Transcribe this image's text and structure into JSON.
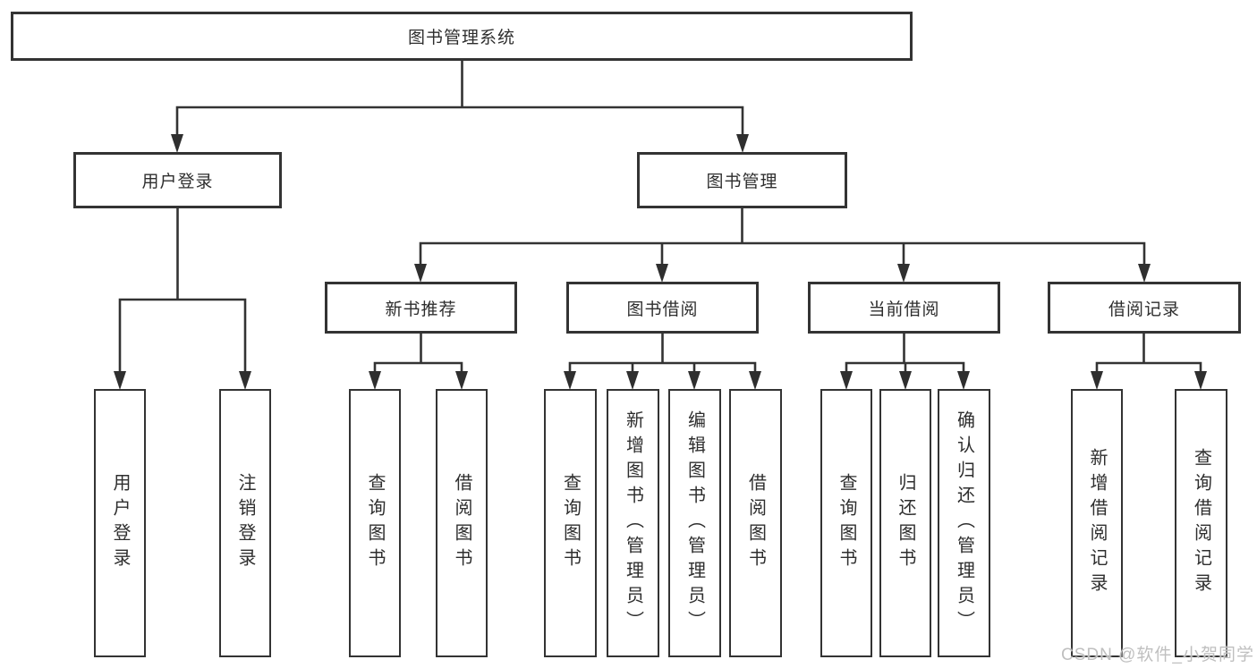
{
  "diagram": {
    "root": {
      "label": "图书管理系统",
      "children": [
        {
          "label": "用户登录",
          "children": [
            {
              "label": "用户登录"
            },
            {
              "label": "注销登录"
            }
          ]
        },
        {
          "label": "图书管理",
          "children": [
            {
              "label": "新书推荐",
              "children": [
                {
                  "label": "查询图书"
                },
                {
                  "label": "借阅图书"
                }
              ]
            },
            {
              "label": "图书借阅",
              "children": [
                {
                  "label": "查询图书"
                },
                {
                  "label": "新增图书（管理员）"
                },
                {
                  "label": "编辑图书（管理员）"
                },
                {
                  "label": "借阅图书"
                }
              ]
            },
            {
              "label": "当前借阅",
              "children": [
                {
                  "label": "查询图书"
                },
                {
                  "label": "归还图书"
                },
                {
                  "label": "确认归还（管理员）"
                }
              ]
            },
            {
              "label": "借阅记录",
              "children": [
                {
                  "label": "新增借阅记录"
                },
                {
                  "label": "查询借阅记录"
                }
              ]
            }
          ]
        }
      ]
    },
    "colors": {
      "line": "#333333",
      "box_border": "#333333",
      "text": "#2e2e2e",
      "watermark": "#bfbfbf"
    },
    "watermark": "CSDN @软件_小贺同学"
  }
}
